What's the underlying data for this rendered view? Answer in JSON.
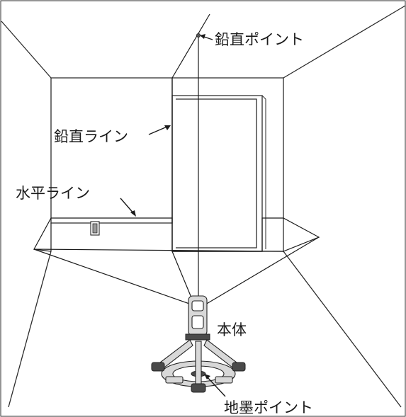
{
  "labels": {
    "plumb_point": "鉛直ポイント",
    "plumb_line": "鉛直ライン",
    "level_line": "水平ライン",
    "main_unit": "本体",
    "floor_point": "地墨ポイント"
  }
}
